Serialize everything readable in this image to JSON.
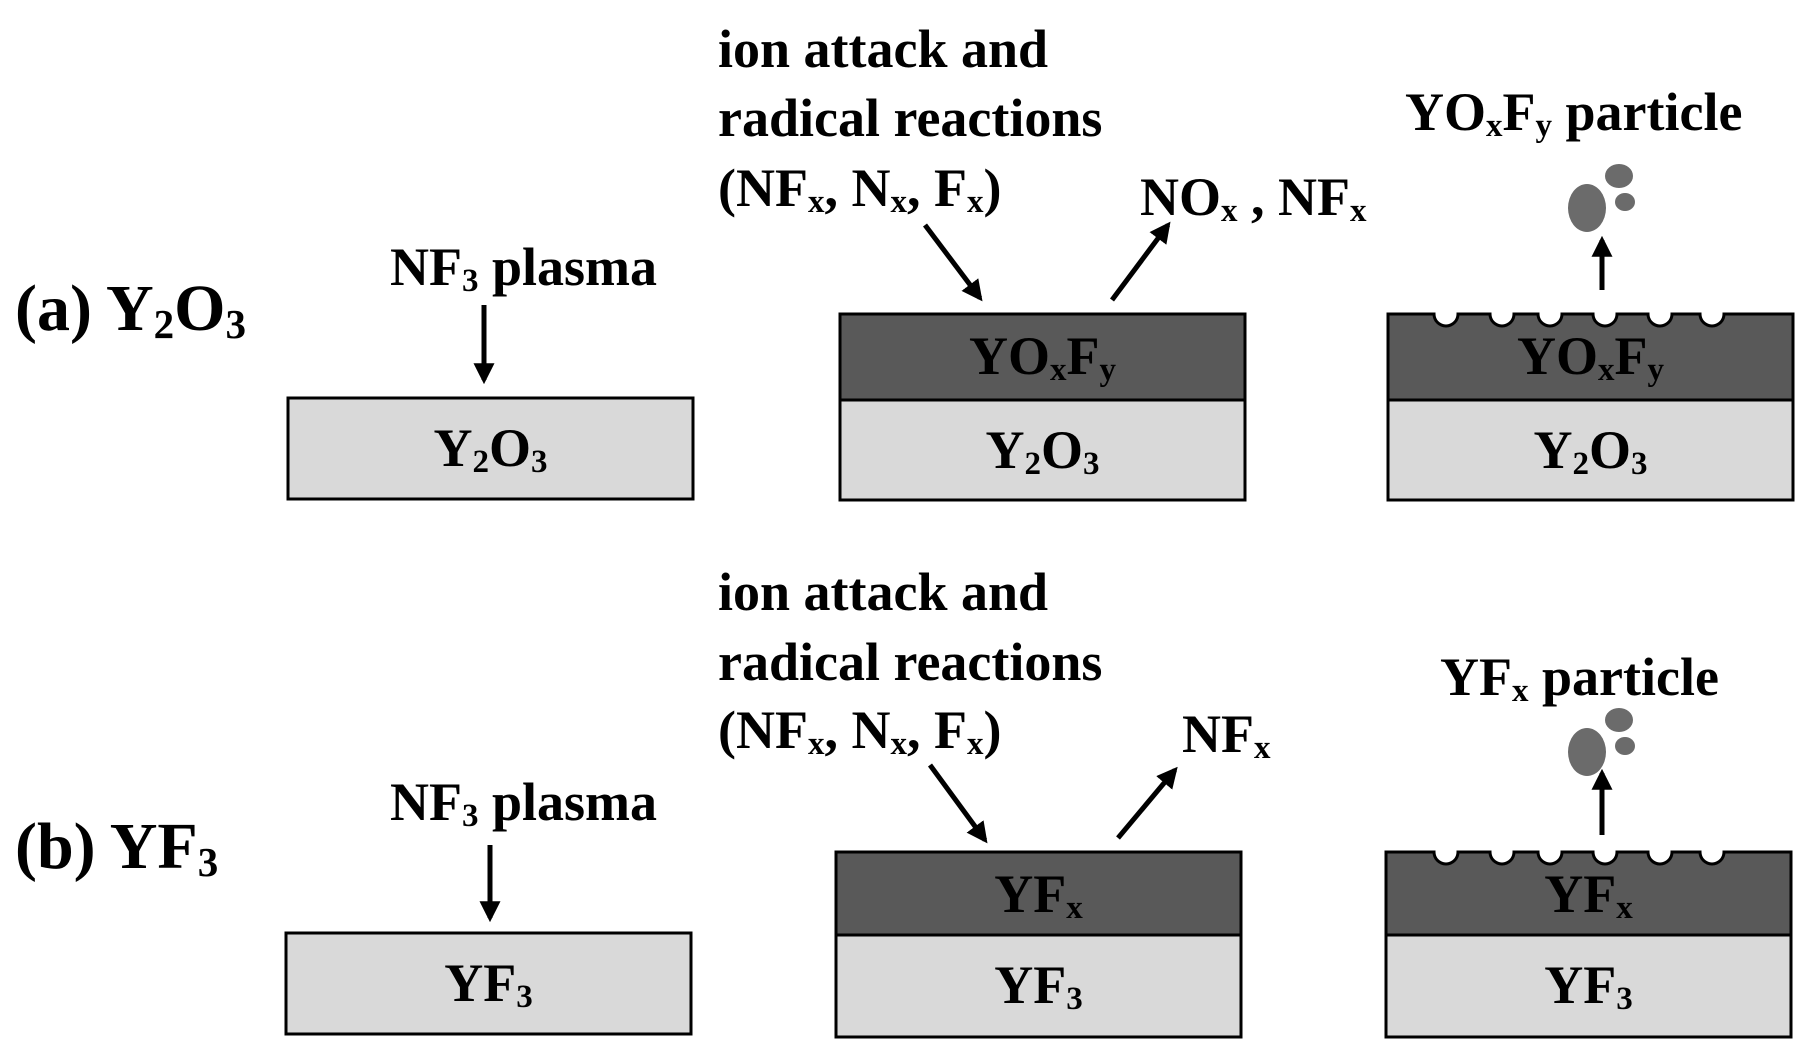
{
  "rows": [
    {
      "label": {
        "main": "(a) Y",
        "parts": [
          {
            "t": "(a) Y",
            "s": 0
          },
          {
            "t": "2",
            "s": 1
          },
          {
            "t": "O",
            "s": 0
          },
          {
            "t": "3",
            "s": 1
          }
        ]
      },
      "step1": {
        "arrow_text": [
          {
            "t": "NF",
            "s": 0
          },
          {
            "t": "3",
            "s": 1
          },
          {
            "t": " plasma",
            "s": 0
          }
        ],
        "substrate": [
          {
            "t": "Y",
            "s": 0
          },
          {
            "t": "2",
            "s": 1
          },
          {
            "t": "O",
            "s": 0
          },
          {
            "t": "3",
            "s": 1
          }
        ]
      },
      "step2": {
        "line1": "ion attack and",
        "line2": "radical reactions",
        "line3": [
          {
            "t": "(NF",
            "s": 0
          },
          {
            "t": "x",
            "s": 1
          },
          {
            "t": ", N",
            "s": 0
          },
          {
            "t": "x",
            "s": 1
          },
          {
            "t": ", F",
            "s": 0
          },
          {
            "t": "x",
            "s": 1
          },
          {
            "t": ")",
            "s": 0
          }
        ],
        "products": [
          {
            "t": "NO",
            "s": 0
          },
          {
            "t": "x",
            "s": 1
          },
          {
            "t": " , NF",
            "s": 0
          },
          {
            "t": "x",
            "s": 1
          }
        ],
        "layer": [
          {
            "t": "YO",
            "s": 0
          },
          {
            "t": "x",
            "s": 1
          },
          {
            "t": "F",
            "s": 0
          },
          {
            "t": "y",
            "s": 1
          }
        ],
        "substrate": [
          {
            "t": "Y",
            "s": 0
          },
          {
            "t": "2",
            "s": 1
          },
          {
            "t": "O",
            "s": 0
          },
          {
            "t": "3",
            "s": 1
          }
        ]
      },
      "step3": {
        "particle": [
          {
            "t": "YO",
            "s": 0
          },
          {
            "t": "x",
            "s": 1
          },
          {
            "t": "F",
            "s": 0
          },
          {
            "t": "y",
            "s": 1
          },
          {
            "t": " particle",
            "s": 0
          }
        ],
        "layer": [
          {
            "t": "YO",
            "s": 0
          },
          {
            "t": "x",
            "s": 1
          },
          {
            "t": "F",
            "s": 0
          },
          {
            "t": "y",
            "s": 1
          }
        ],
        "substrate": [
          {
            "t": "Y",
            "s": 0
          },
          {
            "t": "2",
            "s": 1
          },
          {
            "t": "O",
            "s": 0
          },
          {
            "t": "3",
            "s": 1
          }
        ]
      }
    },
    {
      "label": {
        "main": "(b) YF",
        "parts": [
          {
            "t": "(b) YF",
            "s": 0
          },
          {
            "t": "3",
            "s": 1
          }
        ]
      },
      "step1": {
        "arrow_text": [
          {
            "t": "NF",
            "s": 0
          },
          {
            "t": "3",
            "s": 1
          },
          {
            "t": " plasma",
            "s": 0
          }
        ],
        "substrate": [
          {
            "t": "YF",
            "s": 0
          },
          {
            "t": "3",
            "s": 1
          }
        ]
      },
      "step2": {
        "line1": "ion attack and",
        "line2": "radical reactions",
        "line3": [
          {
            "t": "(NF",
            "s": 0
          },
          {
            "t": "x",
            "s": 1
          },
          {
            "t": ", N",
            "s": 0
          },
          {
            "t": "x",
            "s": 1
          },
          {
            "t": ", F",
            "s": 0
          },
          {
            "t": "x",
            "s": 1
          },
          {
            "t": ")",
            "s": 0
          }
        ],
        "products": [
          {
            "t": "NF",
            "s": 0
          },
          {
            "t": "x",
            "s": 1
          }
        ],
        "layer": [
          {
            "t": "YF",
            "s": 0
          },
          {
            "t": "x",
            "s": 1
          }
        ],
        "substrate": [
          {
            "t": "YF",
            "s": 0
          },
          {
            "t": "3",
            "s": 1
          }
        ]
      },
      "step3": {
        "particle": [
          {
            "t": "YF",
            "s": 0
          },
          {
            "t": "x",
            "s": 1
          },
          {
            "t": " particle",
            "s": 0
          }
        ],
        "layer": [
          {
            "t": "YF",
            "s": 0
          },
          {
            "t": "x",
            "s": 1
          }
        ],
        "substrate": [
          {
            "t": "YF",
            "s": 0
          },
          {
            "t": "3",
            "s": 1
          }
        ]
      }
    }
  ],
  "colors": {
    "substrate": "#d9d9d9",
    "layer": "#595959",
    "particle": "#6b6b6b",
    "ink": "#000000",
    "layer_text": "#ffffff"
  }
}
